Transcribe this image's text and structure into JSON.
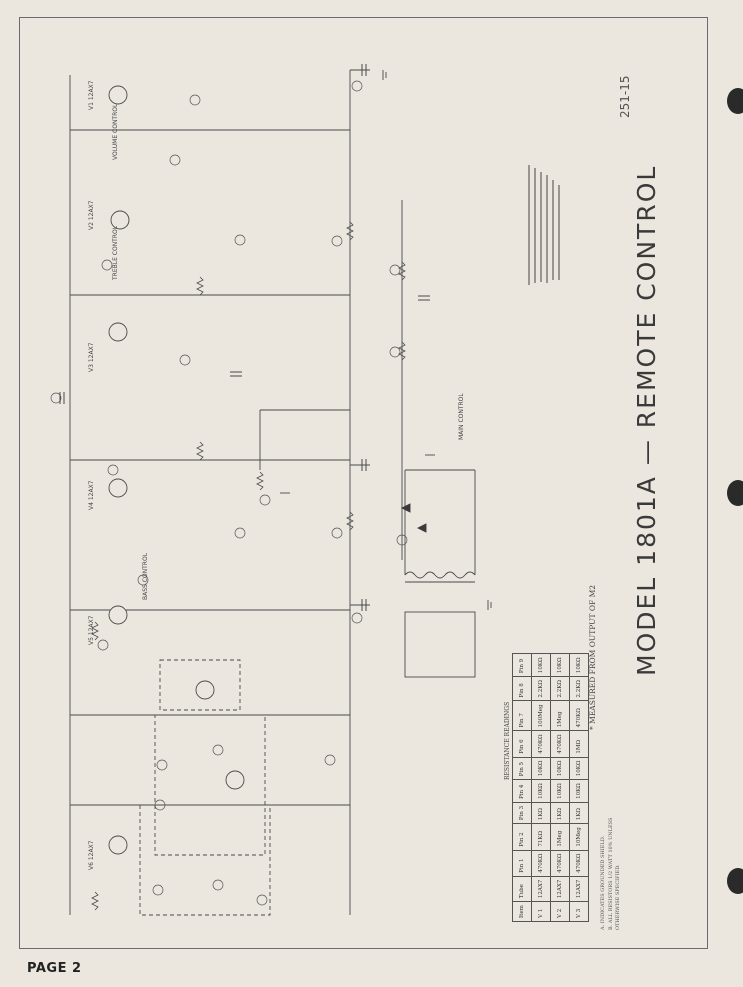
{
  "document": {
    "title": "MODEL 1801A — REMOTE CONTROL",
    "doc_number": "251-15",
    "page_label": "PAGE 2"
  },
  "tubes": [
    "V1 12AX7",
    "V2 12AX7",
    "V3 12AX7",
    "V4 12AX7",
    "V5 12AX7",
    "V6 12AX7"
  ],
  "controls": [
    "VOLUME CONTROL",
    "TREBLE CONTROL",
    "BASS CONTROL",
    "MAIN CONTROL"
  ],
  "resistance_table": {
    "title": "RESISTANCE READINGS",
    "headers": [
      "Item",
      "Tube",
      "Pin 1",
      "Pin 2",
      "Pin 3",
      "Pin 4",
      "Pin 5",
      "Pin 6",
      "Pin 7",
      "Pin 8",
      "Pin 9"
    ],
    "rows": [
      [
        "V 1",
        "12AX7",
        "470KΩ",
        "71KΩ",
        "1KΩ",
        "10KΩ",
        "10KΩ",
        "470KΩ",
        "100Meg",
        "2.2KΩ",
        "10KΩ"
      ],
      [
        "V 2",
        "12AX7",
        "470KΩ",
        "1Meg",
        "1KΩ",
        "10KΩ",
        "10KΩ",
        "470KΩ",
        "1Meg",
        "2.2KΩ",
        "10KΩ"
      ],
      [
        "V 3",
        "12AX7",
        "470KΩ",
        "10Meg",
        "1KΩ",
        "10KΩ",
        "10KΩ",
        "1MΩ",
        "470KΩ",
        "2.2KΩ",
        "10KΩ"
      ]
    ],
    "footnote": "* MEASURED FROM OUTPUT OF M2"
  },
  "notes": [
    "A. INDICATES GROUNDED SHIELD.",
    "B. ALL RESISTORS 1/2 WATT 10% UNLESS",
    "   OTHERWISE SPECIFIED."
  ],
  "colors": {
    "paper": "#ebe7df",
    "ink": "#3a3a3a",
    "frame": "#6b6b6b",
    "punch_hole": "#2a2a2a"
  }
}
